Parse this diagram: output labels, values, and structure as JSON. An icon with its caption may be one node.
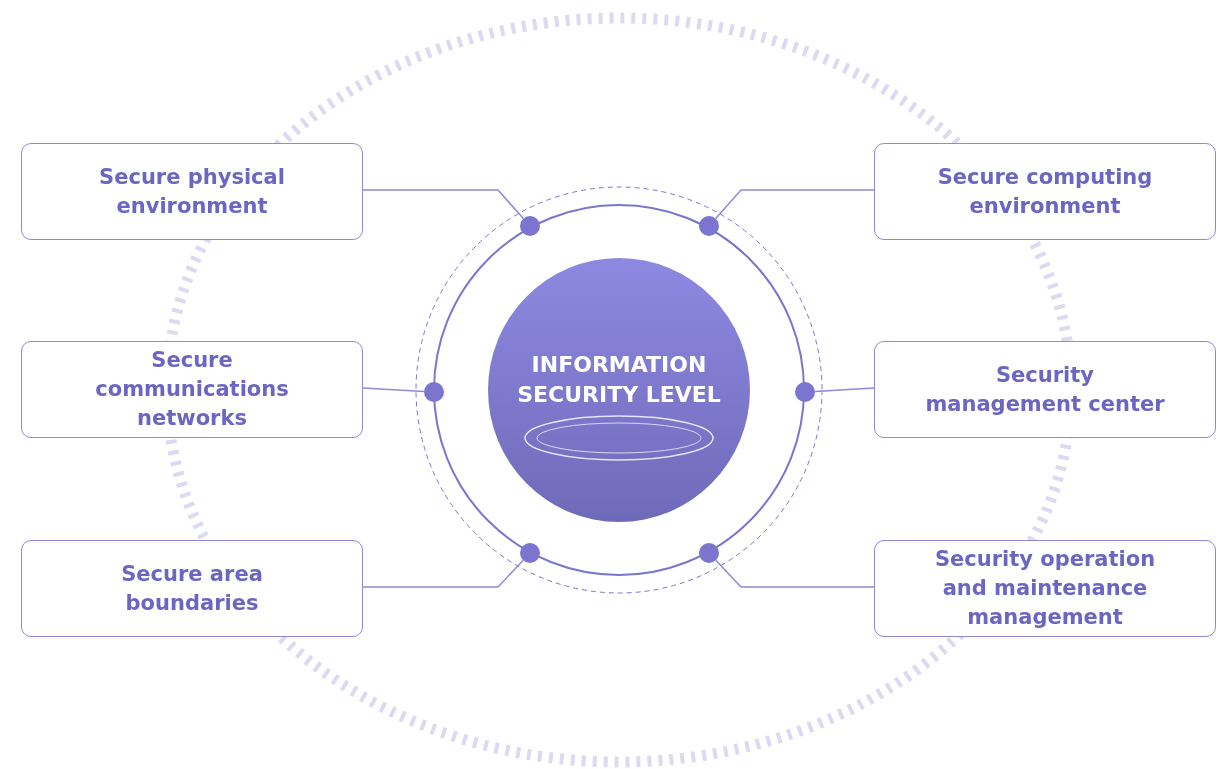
{
  "diagram": {
    "nodes": [
      {
        "text": [
          "INFORMATION SECURITY LEVEL"
        ]
      },
      {
        "text": [
          "Secure physical environment"
        ]
      },
      {
        "text": [
          "Secure computing environment"
        ]
      },
      {
        "text": [
          "Secure communications networks"
        ]
      },
      {
        "text": [
          "Security management center"
        ]
      },
      {
        "text": [
          "Secure area boundaries"
        ]
      },
      {
        "text": [
          "Security operation and maintenance management"
        ]
      },
      {
        "text": [],
        "shape": "circle"
      },
      {
        "text": [],
        "shape": "circle"
      },
      {
        "text": [],
        "shape": "circle"
      },
      {
        "text": [],
        "shape": "circle"
      },
      {
        "text": [],
        "shape": "circle"
      },
      {
        "text": [],
        "shape": "circle"
      }
    ],
    "edges": [
      {
        "from": 1,
        "to": 7,
        "arrow": "none"
      },
      {
        "from": 2,
        "to": 8,
        "arrow": "none"
      },
      {
        "from": 3,
        "to": 9,
        "arrow": "none"
      },
      {
        "from": 4,
        "to": 10,
        "arrow": "none"
      },
      {
        "from": 5,
        "to": 11,
        "arrow": "none"
      },
      {
        "from": 6,
        "to": 12,
        "arrow": "none"
      }
    ]
  }
}
